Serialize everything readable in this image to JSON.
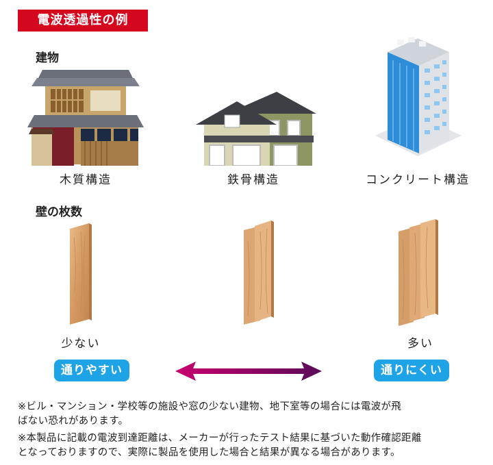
{
  "title": "電波透過性の例",
  "buildings_section": {
    "label": "建物"
  },
  "buildings": [
    {
      "caption": "木質構造",
      "icon": "wooden-house-icon"
    },
    {
      "caption": "鉄骨構造",
      "icon": "steel-house-icon"
    },
    {
      "caption": "コンクリート構造",
      "icon": "concrete-building-icon"
    }
  ],
  "walls_section": {
    "label": "壁の枚数"
  },
  "wall_labels": {
    "few": "少ない",
    "many": "多い"
  },
  "transmission": {
    "easy": "通りやすい",
    "hard": "通りにくい"
  },
  "notes": {
    "note1_line1": "※ビル・マンション・学校等の施設や窓の少ない建物、地下室等の場合には電波が飛",
    "note1_line2": "ばない恐れがあります。",
    "note2_line1": "※本製品に記載の電波到達距離は、メーカーが行ったテスト結果に基づいた動作確認距離",
    "note2_line2": "となっておりますので、実際に製品を使用した場合と結果が異なる場合があります。"
  },
  "colors": {
    "accent_red": "#d5071f",
    "pill_blue": "#1ea3e6",
    "arrow_magenta": "#c8006e",
    "arrow_purple": "#5a0a5a"
  }
}
